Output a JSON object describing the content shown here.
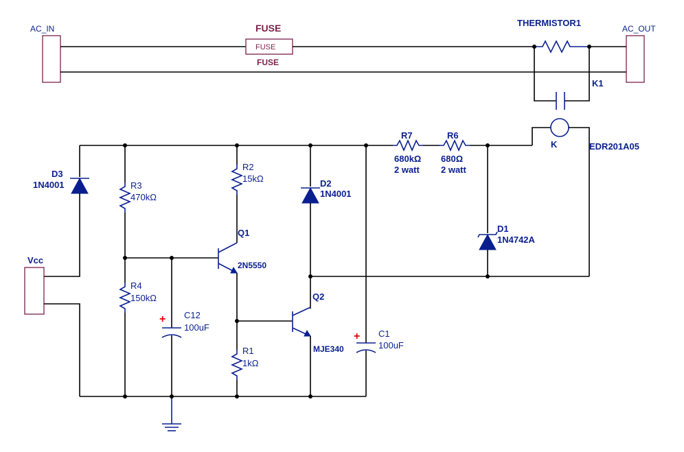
{
  "connectors": {
    "ac_in": "AC_IN",
    "ac_out": "AC_OUT",
    "vcc": "Vcc"
  },
  "fuse": {
    "title": "FUSE",
    "inner": "FUSE",
    "below": "FUSE"
  },
  "thermistor": {
    "name": "THERMISTOR1"
  },
  "relay": {
    "contact_name": "K1",
    "coil_name": "K",
    "part": "EDR201A05"
  },
  "resistors": {
    "r7": {
      "name": "R7",
      "value": "680kΩ",
      "power": "2 watt"
    },
    "r6": {
      "name": "R6",
      "value": "680Ω",
      "power": "2 watt"
    },
    "r2": {
      "name": "R2",
      "value": "15kΩ"
    },
    "r3": {
      "name": "R3",
      "value": "470kΩ"
    },
    "r4": {
      "name": "R4",
      "value": "150kΩ"
    },
    "r1": {
      "name": "R1",
      "value": "1kΩ"
    }
  },
  "diodes": {
    "d3": {
      "name": "D3",
      "part": "1N4001"
    },
    "d2": {
      "name": "D2",
      "part": "1N4001"
    },
    "d1": {
      "name": "D1",
      "part": "1N4742A"
    }
  },
  "transistors": {
    "q1": {
      "name": "Q1",
      "part": "2N5550"
    },
    "q2": {
      "name": "Q2",
      "part": "MJE340"
    }
  },
  "capacitors": {
    "c12": {
      "name": "C12",
      "value": "100uF",
      "polarity": "+"
    },
    "c1": {
      "name": "C1",
      "value": "100uF",
      "polarity": "+"
    }
  },
  "colors": {
    "wire": "#000000",
    "component": "#0a1f8f",
    "connector": "#7a1f4a",
    "polarity": "#e00000"
  }
}
